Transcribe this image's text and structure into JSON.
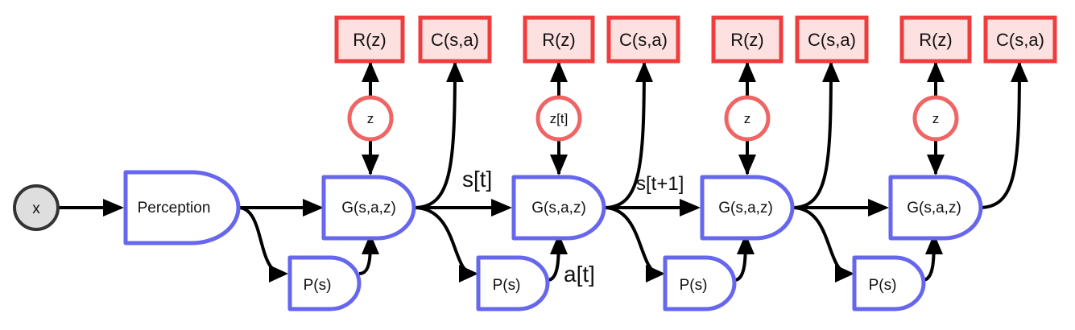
{
  "input": {
    "label": "x"
  },
  "perception": {
    "label": "Perception"
  },
  "steps": [
    {
      "reward": "R(z)",
      "cost": "C(s,a)",
      "latent": "z",
      "model": "G(s,a,z)",
      "policy": "P(s)"
    },
    {
      "reward": "R(z)",
      "cost": "C(s,a)",
      "latent": "z[t]",
      "model": "G(s,a,z)",
      "policy": "P(s)"
    },
    {
      "reward": "R(z)",
      "cost": "C(s,a)",
      "latent": "z",
      "model": "G(s,a,z)",
      "policy": "P(s)"
    },
    {
      "reward": "R(z)",
      "cost": "C(s,a)",
      "latent": "z",
      "model": "G(s,a,z)",
      "policy": "P(s)"
    }
  ],
  "edge_labels": {
    "state_t": "s[t]",
    "state_t1": "s[t+1]",
    "action_t": "a[t]"
  },
  "colors": {
    "red": "#ef3d3d",
    "red_fill": "#fde0e0",
    "blue": "#6666ee",
    "arrow": "#000000"
  }
}
